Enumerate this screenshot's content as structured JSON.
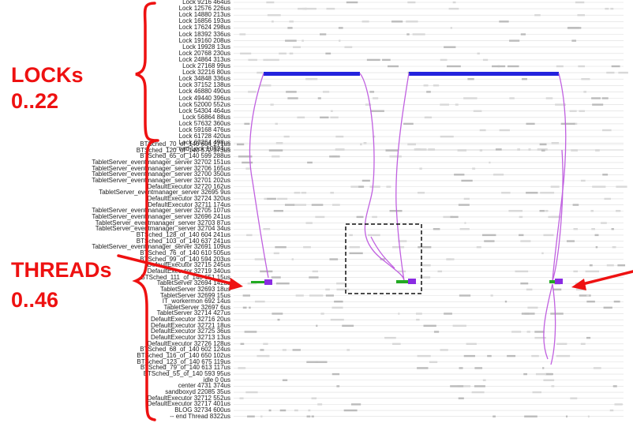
{
  "lock_rows": [
    "Lock 9216 464us",
    "Lock 12576 226us",
    "Lock 14880 213us",
    "Lock 16856 193us",
    "Lock 17624 298us",
    "Lock 18392 336us",
    "Lock 19160 208us",
    "Lock 19928 13us",
    "Lock 20768 230us",
    "Lock 24864 313us",
    "Lock 27168 99us",
    "Lock 32216 80us",
    "Lock 34848 336us",
    "Lock 37152 138us",
    "Lock 46880 490us",
    "Lock 49440 396us",
    "Lock 52000 552us",
    "Lock 54304 464us",
    "Lock 56864 88us",
    "Lock 57632 360us",
    "Lock 59168 476us",
    "Lock 61728 420us",
    "Lock 63264 498us",
    "-- end Lock 10824us"
  ],
  "thread_rows": [
    "BTSched_70_of_140 604 271us",
    "BTSched_120_of_140 572 373us",
    "BTSched_65_of_140 599 288us",
    "TabletServer_eventmanager_server 32702 151us",
    "TabletServer_eventmanager_server 32706 165us",
    "TabletServer_eventmanager_server 32700 350us",
    "TabletServer_eventmanager_server 32701 202us",
    "DefaultExecutor 32720 162us",
    "TabletServer_eventmanager_server 32695 9us",
    "DefaultExecutor 32724 320us",
    "DefaultExecutor 32711 174us",
    "TabletServer_eventmanager_server 32705 107us",
    "TabletServer_eventmanager_server 32696 241us",
    "TabletServer_eventmanager_server 32703 87us",
    "TabletServer_eventmanager_server 32704 34us",
    "BTSched_128_of_140 604 241us",
    "BTSched_103_of_140 637 241us",
    "TabletServer_eventmanager_server 32691 109us",
    "BTSched_76_of_140 610 505us",
    "BTSched_99_of_140 594 203us",
    "DefaultExecutor 32715 245us",
    "DefaultExecutor 32719 340us",
    "BTSched_111_of_140 651 15us",
    "TabletServer 32694 142us",
    "TabletServer 32693 18us",
    "TabletServer 32699 15us",
    "IT_workermon 692 14us",
    "TabletServer 32697 6us",
    "TabletServer 32714 427us",
    "DefaultExecutor 32716 20us",
    "DefaultExecutor 32721 18us",
    "DefaultExecutor 32725 36us",
    "DefaultExecutor 32713 13us",
    "DefaultExecutor 32726 128us",
    "BTSched_68_of_140 602 124us",
    "BTSched_116_of_140 650 102us",
    "BTSched_123_of_140 675 119us",
    "BTSched_79_of_140 613 117us",
    "BTSched_55_of_140 593 95us",
    "idle 0 0us",
    "center 4731 374us",
    "sandboxyd 22085 35us",
    "DefaultExecutor 32712 552us",
    "DefaultExecutor 32717 401us",
    "BLOG 32734 600us",
    "-- end Thread 8322us"
  ],
  "annotations": {
    "locks_title": "LOCKs",
    "locks_range": "0..22",
    "threads_title": "THREADs",
    "threads_range": "0..46"
  },
  "colors": {
    "annotation": "#ee1111",
    "lock_hold": "#2222dd",
    "wakeup_arc": "#c060e0",
    "wait_bar": "#8a2be2",
    "run_green": "#22aa22",
    "gridline": "#dddddd",
    "text_muted": "#888888"
  }
}
